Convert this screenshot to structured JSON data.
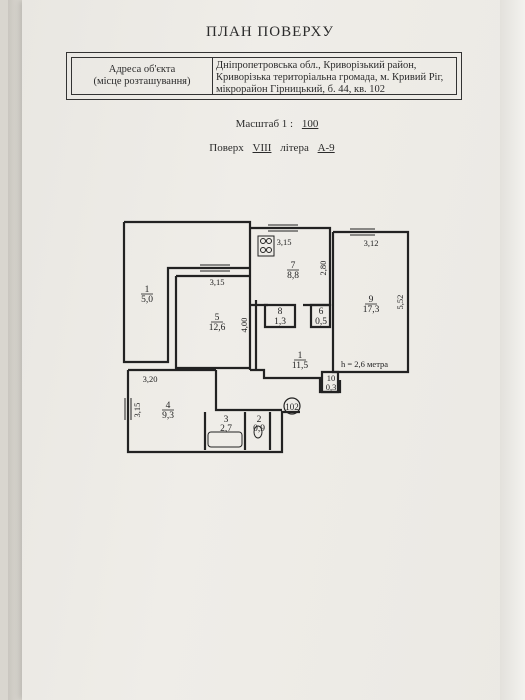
{
  "title": "ПЛАН ПОВЕРХУ",
  "address": {
    "label_line1": "Адреса об'єкта",
    "label_line2": "(місце розташування)",
    "value_line1": "Дніпропетровська обл., Криворізький район,",
    "value_line2": "Криворізька територіальна громада, м. Кривий Ріг,",
    "value_line3": "мікрорайон Гірницький, б. 44, кв. 102"
  },
  "scale": {
    "label": "Масштаб 1 :",
    "value": "100"
  },
  "floor": {
    "label": "Поверх",
    "value": "VIII",
    "letter_label": "літера",
    "letter_value": "А-9"
  },
  "plan": {
    "apartment_number": "102",
    "height_note": "h = 2,6 метра",
    "rooms": [
      {
        "num": "1",
        "area": "5,0"
      },
      {
        "num": "5",
        "area": "12,6"
      },
      {
        "num": "7",
        "area": "8,8"
      },
      {
        "num": "9",
        "area": "17,3"
      },
      {
        "num": "8",
        "area": "1,3"
      },
      {
        "num": "6",
        "area": "0,5"
      },
      {
        "num": "1",
        "area": "11,5"
      },
      {
        "num": "4",
        "area": "9,3"
      },
      {
        "num": "3",
        "area": "2,7"
      },
      {
        "num": "2",
        "area": "0,9"
      },
      {
        "num": "10",
        "area": "0,3"
      }
    ],
    "dimensions": [
      "3,15",
      "3,12",
      "3,15",
      "2,80",
      "5,52",
      "4,00",
      "3,20",
      "3,15"
    ]
  }
}
